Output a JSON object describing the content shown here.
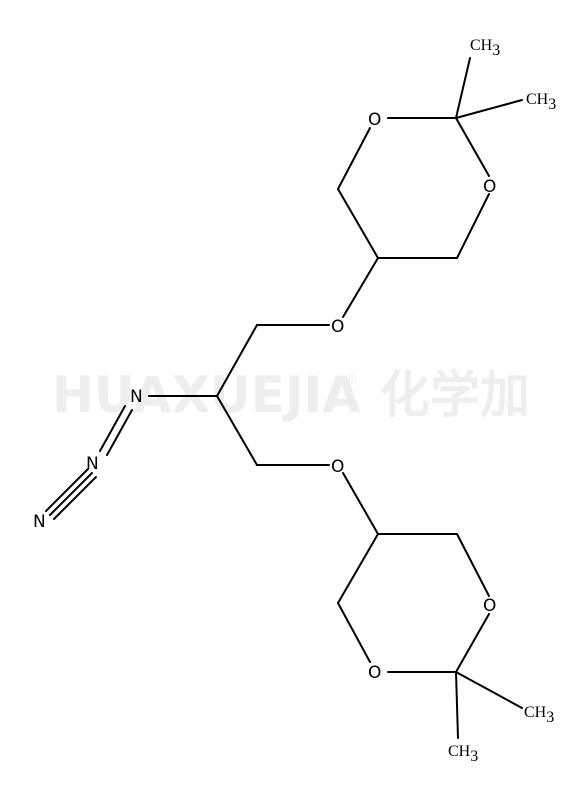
{
  "watermark": {
    "latin": "HUAXUEJIA",
    "registered": "®",
    "chinese": "化学加"
  },
  "atoms": {
    "o_top_ring_1": "O",
    "o_top_ring_2": "O",
    "ch3_top_1": {
      "main": "CH",
      "sub": "3"
    },
    "ch3_top_2": {
      "main": "CH",
      "sub": "3"
    },
    "o_link_top": "O",
    "o_link_bottom": "O",
    "n_azide_1": "N",
    "n_azide_2": "N",
    "n_azide_3": "N",
    "o_bottom_ring_1": "O",
    "o_bottom_ring_2": "O",
    "ch3_bottom_1": {
      "main": "CH",
      "sub": "3"
    },
    "ch3_bottom_2": {
      "main": "CH",
      "sub": "3"
    }
  }
}
